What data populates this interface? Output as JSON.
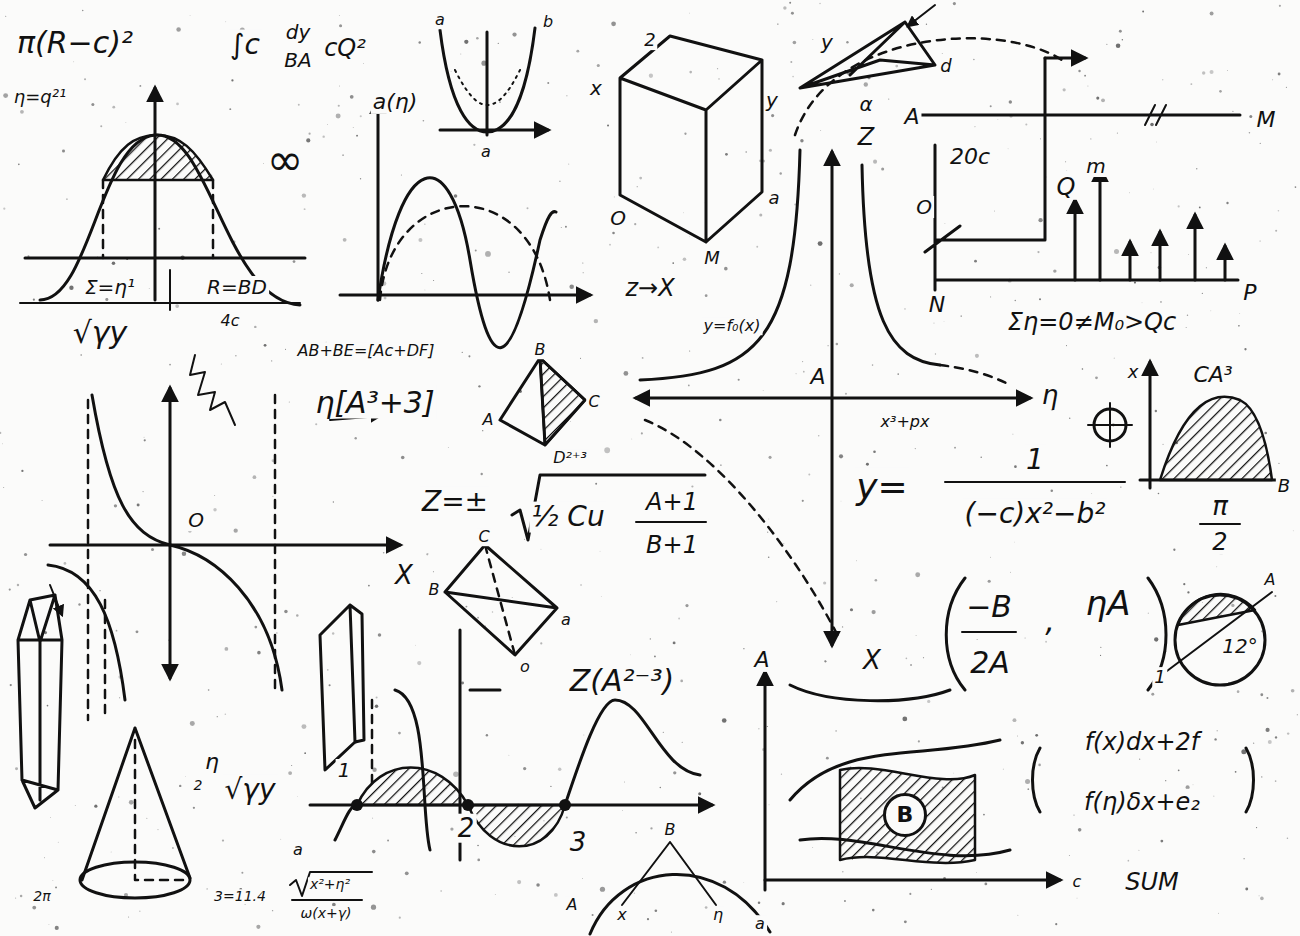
{
  "diagram": {
    "nodes": [
      {
        "text": [
          "B"
        ]
      }
    ],
    "labels": [
      "π(R−c)²",
      "∫c",
      "dy",
      "BA",
      "cQ²",
      "η=q²¹",
      "∞",
      "a(η)",
      "a",
      "b",
      "a",
      "2",
      "x",
      "y",
      "O",
      "a",
      "M",
      "y",
      "d",
      "α",
      "Z",
      "A",
      "M",
      "20c",
      "O",
      "Q",
      "m",
      "N",
      "P",
      "Ση=0≠M₀>Qc",
      "Σ=η¹",
      "R=BD",
      "4c",
      "√γy",
      "z→X",
      "y=f₀(x)",
      "AB+BE=[Ac+DF]",
      "η[A³+3]",
      "B",
      "A",
      "C",
      "D²⁺³",
      "A",
      "x³+px",
      "η",
      "x",
      "CA³",
      "B",
      "π",
      "2",
      "y=",
      "1",
      "(−c)x²−b²",
      "O",
      "Z=±",
      "½ Cu",
      "A+1",
      "B+1",
      "X",
      "C",
      "B",
      "a",
      "o",
      "Z(A²⁻³)",
      "X",
      "−B",
      "2A",
      ",",
      "ηA",
      "A",
      "12°",
      "1",
      "A",
      "f(x)dx+2f",
      "f(η)δx+e₂",
      "SUM",
      "c",
      "η",
      "2",
      "√γy",
      "1",
      "2",
      "3",
      "3=11.4",
      "x²+η²",
      "ω(x+γ)",
      "A",
      "x",
      "B",
      "η",
      "a",
      "2π",
      "a"
    ]
  }
}
